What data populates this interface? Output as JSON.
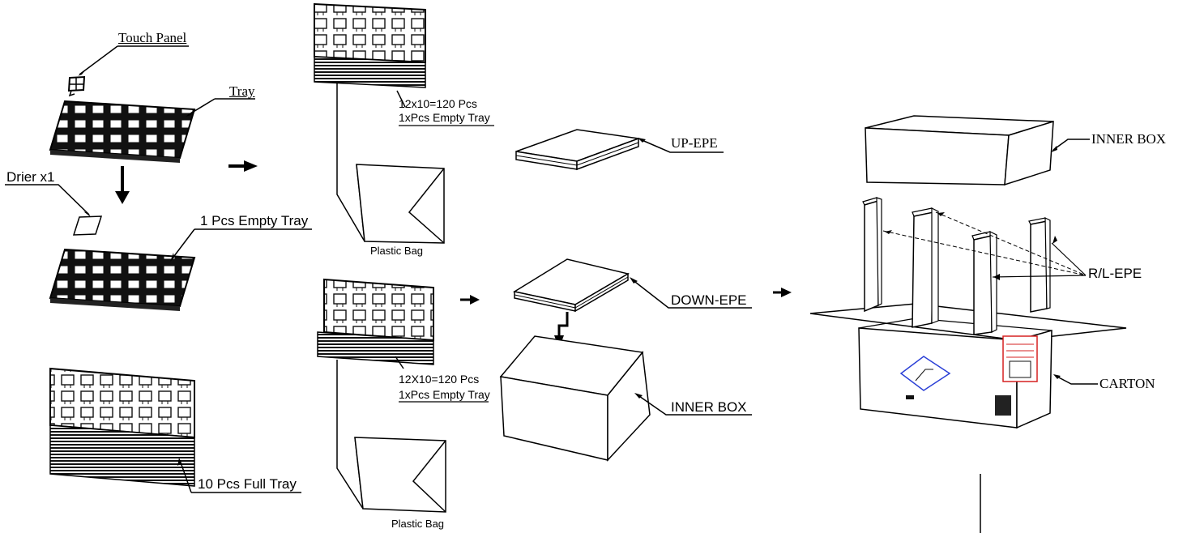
{
  "labels": {
    "touch_panel": "Touch Panel",
    "tray": "Tray",
    "drier": "Drier x1",
    "empty_tray_1": "1 Pcs Empty Tray",
    "full_tray_10": "10 Pcs Full Tray",
    "stack_top_line1": "12x10=120 Pcs",
    "stack_top_line2": "1xPcs Empty Tray",
    "plastic_bag_top": "Plastic Bag",
    "stack_bottom_line1": "12X10=120 Pcs",
    "stack_bottom_line2": "1xPcs Empty Tray",
    "plastic_bag_bottom": "Plastic Bag",
    "up_epe": "UP-EPE",
    "down_epe": "DOWN-EPE",
    "inner_box_mid": "INNER BOX",
    "inner_box_right": "INNER BOX",
    "rl_epe": "R/L-EPE",
    "carton": "CARTON"
  },
  "colors": {
    "line": "#000000",
    "carton_label": "#d62020",
    "carton_symbol": "#2a3fd6"
  }
}
